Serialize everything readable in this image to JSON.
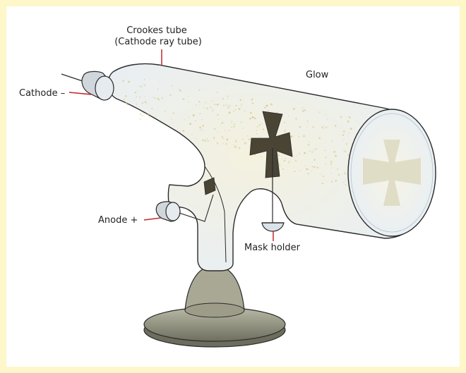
{
  "title": {
    "line1": "Crookes tube",
    "line2": "(Cathode ray tube)"
  },
  "labels": {
    "glow": "Glow",
    "cathode": "Cathode –",
    "anode": "Anode +",
    "mask_holder": "Mask holder"
  },
  "colors": {
    "frame": "#fdf7c9",
    "glass": "#eef3f8",
    "glass_outline": "#2a2a2a",
    "glow_dots": "#d8c88a",
    "cross": "#4a4435",
    "base": "#8c8c7a",
    "leader_lines": "#c0282d"
  },
  "icons": {
    "mask": "maltese-cross-icon",
    "electrodes": "electrode-cap-icon"
  }
}
